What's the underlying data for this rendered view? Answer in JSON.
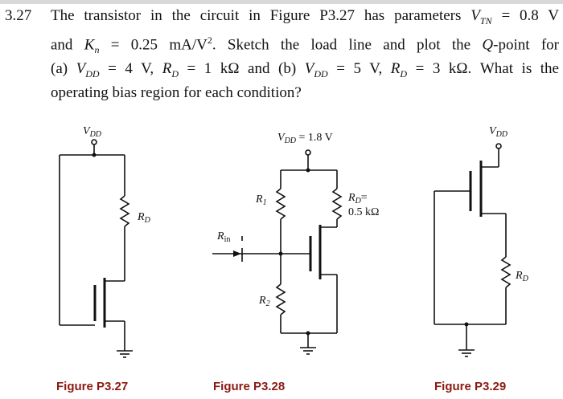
{
  "problem": {
    "number": "3.27",
    "lines": [
      "The transistor in the circuit in Figure P3.27 has parameters V_TN = 0.8 V",
      "and K_n = 0.25 mA/V². Sketch the load line and plot the Q-point for",
      "(a) V_DD = 4 V, R_D = 1 kΩ and (b) V_DD = 5 V, R_D = 3 kΩ. What is the",
      "operating bias region for each condition?"
    ]
  },
  "figures": {
    "p327": {
      "caption": "Figure P3.27",
      "supply_label": "V_DD",
      "resistor_label": "R_D"
    },
    "p328": {
      "caption": "Figure P3.28",
      "supply_label": "V_DD = 1.8 V",
      "r1_label": "R_1",
      "r2_label": "R_2",
      "rd_label": "R_D =",
      "rd_value": "0.5 kΩ",
      "rin_label": "R_in"
    },
    "p329": {
      "caption": "Figure P3.29",
      "supply_label": "V_DD",
      "resistor_label": "R_D"
    }
  },
  "colors": {
    "caption": "#8b1a12",
    "text": "#111111",
    "topbar": "#d9d9d9"
  }
}
